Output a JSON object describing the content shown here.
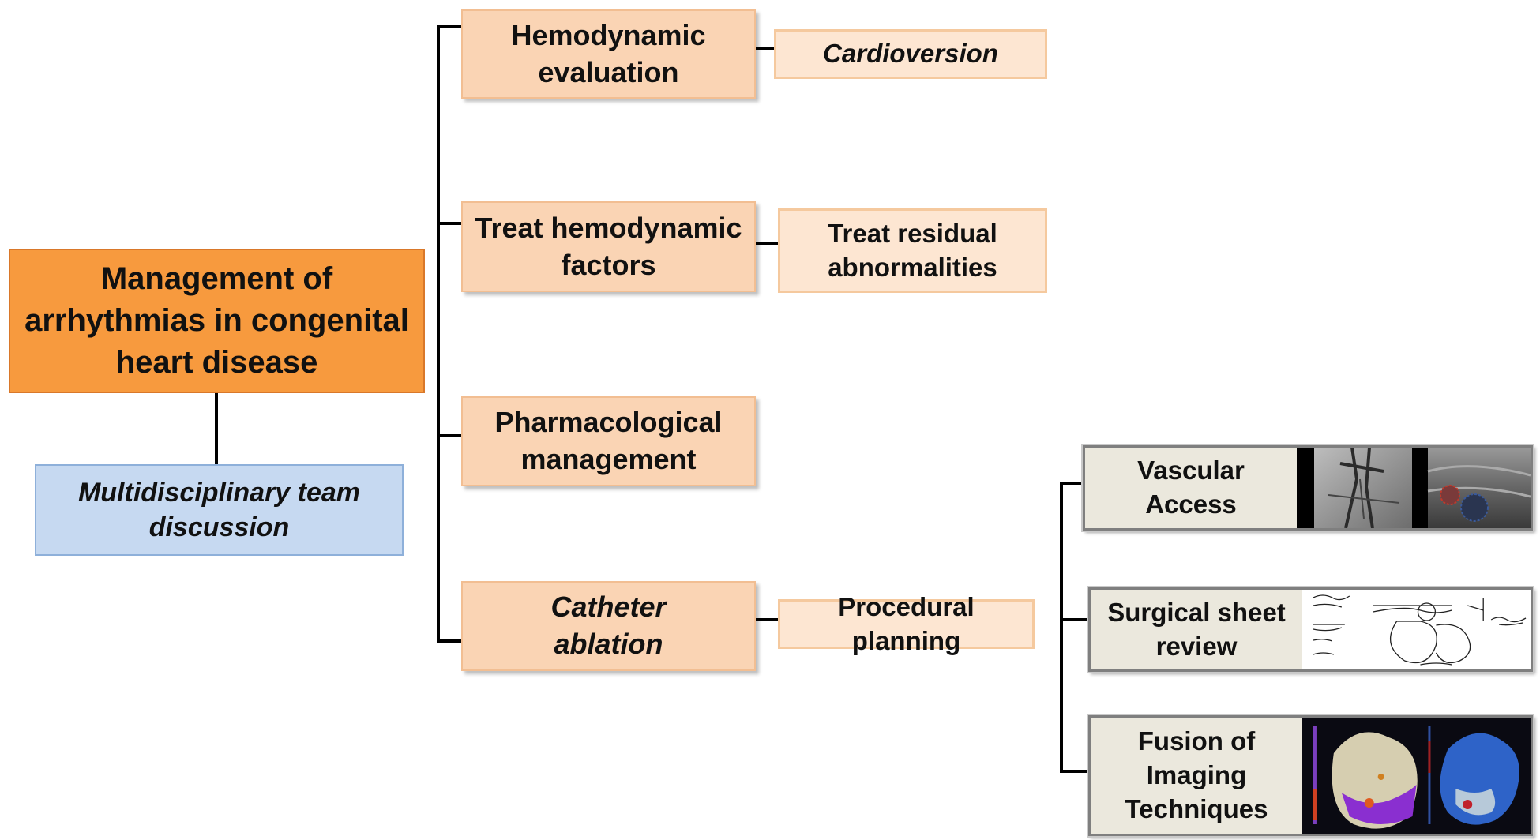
{
  "diagram": {
    "root": {
      "lines": [
        "Management of",
        "arrhythmias in congenital",
        "heart disease"
      ]
    },
    "team": {
      "lines": [
        "Multidisciplinary team",
        "discussion"
      ]
    },
    "branches": [
      {
        "lines": [
          "Hemodynamic",
          "evaluation"
        ],
        "child": [
          "Cardioversion"
        ]
      },
      {
        "lines": [
          "Treat hemodynamic",
          "factors"
        ],
        "child": [
          "Treat residual",
          "abnormalities"
        ]
      },
      {
        "lines": [
          "Pharmacological",
          "management"
        ]
      },
      {
        "lines": [
          "Catheter",
          "ablation"
        ],
        "child": [
          "Procedural planning"
        ]
      }
    ],
    "planning": [
      {
        "lines": [
          "Vascular",
          "Access"
        ],
        "thumbnail": "fluoroscopy and ultrasound images"
      },
      {
        "lines": [
          "Surgical sheet",
          "review"
        ],
        "thumbnail": "handwritten surgical sketch"
      },
      {
        "lines": [
          "Fusion of",
          "Imaging",
          "Techniques"
        ],
        "thumbnail": "3D cardiac CT fusion maps"
      }
    ]
  },
  "colors": {
    "root": "#f79a3e",
    "team": "#c6d9f1",
    "level1": "#fad4b4",
    "level2": "#fde6d2",
    "connector": "#000000"
  }
}
